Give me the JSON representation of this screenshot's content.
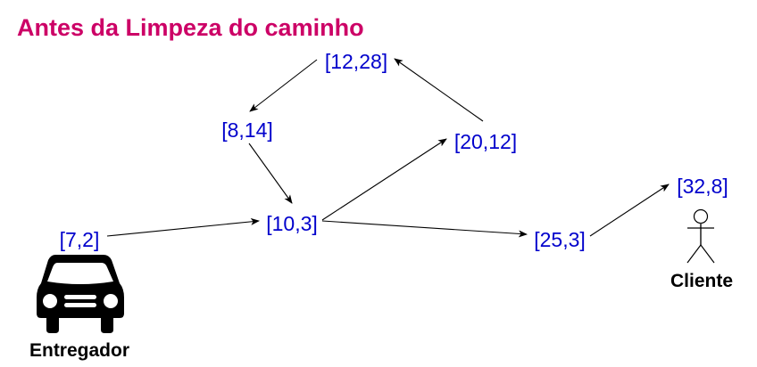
{
  "title": "Antes da Limpeza do caminho",
  "nodes": {
    "n12_28": "[12,28]",
    "n8_14": "[8,14]",
    "n20_12": "[20,12]",
    "n10_3": "[10,3]",
    "n7_2": "[7,2]",
    "n25_3": "[25,3]",
    "n32_8": "[32,8]"
  },
  "actors": {
    "driver": "Entregador",
    "client": "Cliente"
  },
  "edges": [
    {
      "from": "[7,2]",
      "to": "[10,3]"
    },
    {
      "from": "[10,3]",
      "to": "[20,12]"
    },
    {
      "from": "[10,3]",
      "to": "[25,3]"
    },
    {
      "from": "[20,12]",
      "to": "[12,28]"
    },
    {
      "from": "[12,28]",
      "to": "[8,14]"
    },
    {
      "from": "[8,14]",
      "to": "[10,3]"
    },
    {
      "from": "[25,3]",
      "to": "[32,8]"
    }
  ],
  "colors": {
    "title": "#CC0066",
    "node": "#0000CC"
  }
}
